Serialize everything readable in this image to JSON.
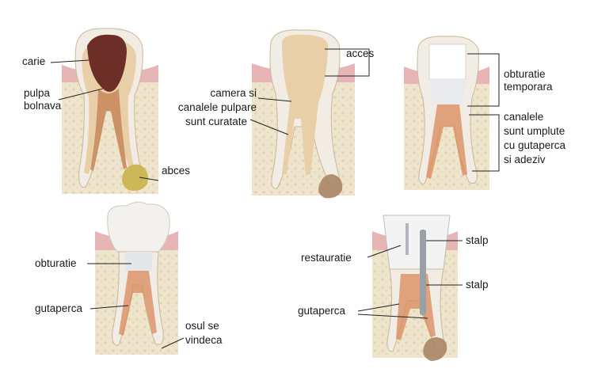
{
  "labels": {
    "carie": "carie",
    "pulpa_1": "pulpa",
    "pulpa_2": "bolnava",
    "abces": "abces",
    "camera_1": "camera si",
    "camera_2": "canalele pulpare",
    "camera_3": "sunt curatate",
    "acces": "acces",
    "obt_temp_1": "obturatie",
    "obt_temp_2": "temporara",
    "canalele_1": "canalele",
    "canalele_2": "sunt umplute",
    "canalele_3": "cu gutaperca",
    "canalele_4": "si adeziv",
    "obturatie": "obturatie",
    "gutaperca_4": "gutaperca",
    "osul_1": "osul se",
    "osul_2": "vindeca",
    "restauratie": "restauratie",
    "stalp_1": "stalp",
    "stalp_2": "stalp",
    "gutaperca_5": "gutaperca"
  },
  "colors": {
    "enamel": "#f1ece4",
    "dentin": "#e9cfa8",
    "pulp": "#c95a55",
    "gum": "#e7b5b5",
    "bone": "#efe4cc",
    "decay": "#6e2e28",
    "abscess": "#c8b24a",
    "guttapercha": "#d8895a",
    "post": "#9aa0a8",
    "leader": "#222222"
  }
}
